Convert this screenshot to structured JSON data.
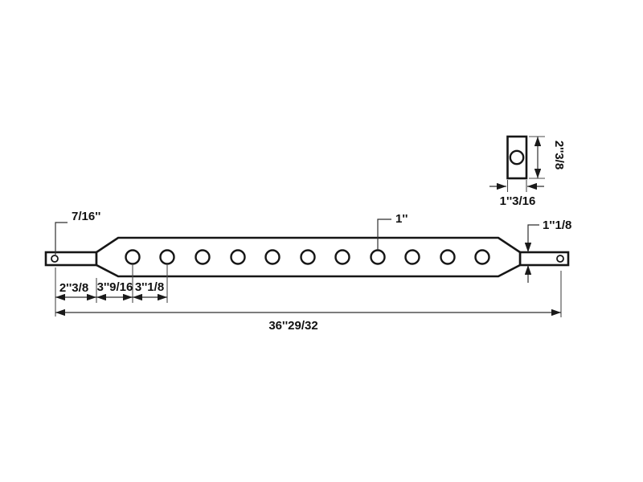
{
  "diagram": {
    "labels": {
      "left_pin_hole_dia": "7/16''",
      "main_hole_dia": "1''",
      "end_tab_height": "1''1/8",
      "section_height": "2''3/8",
      "section_width": "1''3/16",
      "dim_left_segment": "2''3/8",
      "dim_second_segment": "3''9/16",
      "dim_third_segment": "3''1/8",
      "dim_overall_length": "36''29/32"
    },
    "accent_colors": {
      "line_color": "#161616",
      "background": "#ffffff"
    }
  }
}
